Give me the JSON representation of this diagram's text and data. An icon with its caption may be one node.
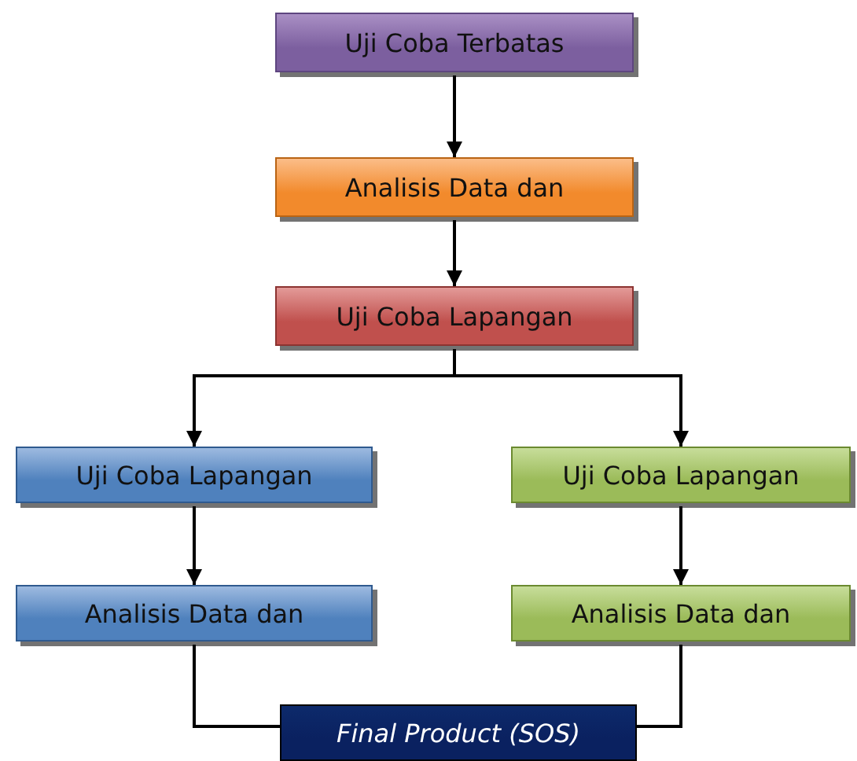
{
  "diagram": {
    "nodes": [
      {
        "text": [
          "Uji Coba Terbatas"
        ]
      },
      {
        "text": [
          "Analisis Data dan"
        ]
      },
      {
        "text": [
          "Uji Coba Lapangan"
        ]
      },
      {
        "text": [
          "Uji Coba Lapangan"
        ]
      },
      {
        "text": [
          "Uji Coba Lapangan"
        ]
      },
      {
        "text": [
          "Analisis Data dan"
        ]
      },
      {
        "text": [
          "Analisis Data dan"
        ]
      },
      {
        "text": [
          "Final Product (SOS)"
        ]
      }
    ],
    "edges": [
      {
        "from": 0,
        "to": 1,
        "arrow": "to"
      },
      {
        "from": 1,
        "to": 2,
        "arrow": "to"
      },
      {
        "from": 2,
        "to": 3,
        "arrow": "to"
      },
      {
        "from": 2,
        "to": 4,
        "arrow": "to"
      },
      {
        "from": 3,
        "to": 5,
        "arrow": "to"
      },
      {
        "from": 4,
        "to": 6,
        "arrow": "to"
      },
      {
        "from": 5,
        "to": 7,
        "arrow": "none"
      },
      {
        "from": 6,
        "to": 7,
        "arrow": "none"
      }
    ]
  }
}
